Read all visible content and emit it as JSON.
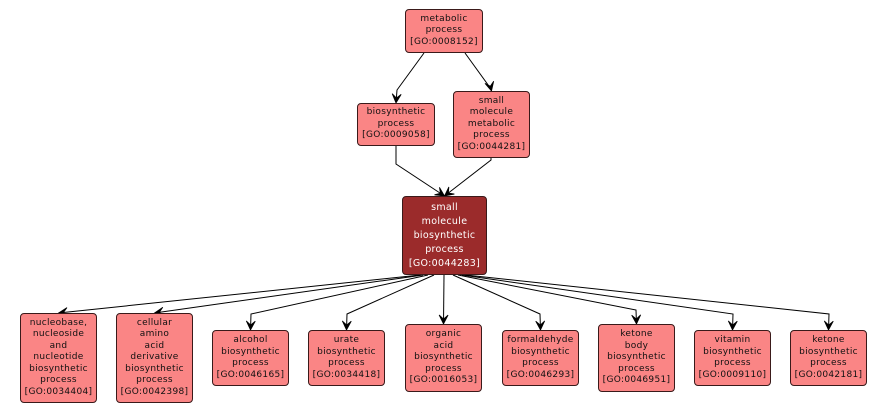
{
  "diagram": {
    "type": "GO term directed acyclic graph",
    "colors": {
      "node_fill": "#fa8585",
      "focus_fill": "#9b2b2b",
      "edge": "#000000",
      "background": "#ffffff"
    },
    "nodes": [
      {
        "id": "GO:0008152",
        "lines": [
          "metabolic",
          "process",
          "[GO:0008152]"
        ],
        "focus": false
      },
      {
        "id": "GO:0009058",
        "lines": [
          "biosynthetic",
          "process",
          "[GO:0009058]"
        ],
        "focus": false
      },
      {
        "id": "GO:0044281",
        "lines": [
          "small",
          "molecule",
          "metabolic",
          "process",
          "[GO:0044281]"
        ],
        "focus": false
      },
      {
        "id": "GO:0044283",
        "lines": [
          "small",
          "molecule",
          "biosynthetic",
          "process",
          "[GO:0044283]"
        ],
        "focus": true
      },
      {
        "id": "GO:0034404",
        "lines": [
          "nucleobase,",
          "nucleoside",
          "and",
          "nucleotide",
          "biosynthetic",
          "process",
          "[GO:0034404]"
        ],
        "focus": false
      },
      {
        "id": "GO:0042398",
        "lines": [
          "cellular",
          "amino",
          "acid",
          "derivative",
          "biosynthetic",
          "process",
          "[GO:0042398]"
        ],
        "focus": false
      },
      {
        "id": "GO:0046165",
        "lines": [
          "alcohol",
          "biosynthetic",
          "process",
          "[GO:0046165]"
        ],
        "focus": false
      },
      {
        "id": "GO:0034418",
        "lines": [
          "urate",
          "biosynthetic",
          "process",
          "[GO:0034418]"
        ],
        "focus": false
      },
      {
        "id": "GO:0016053",
        "lines": [
          "organic",
          "acid",
          "biosynthetic",
          "process",
          "[GO:0016053]"
        ],
        "focus": false
      },
      {
        "id": "GO:0046293",
        "lines": [
          "formaldehyde",
          "biosynthetic",
          "process",
          "[GO:0046293]"
        ],
        "focus": false
      },
      {
        "id": "GO:0046951",
        "lines": [
          "ketone",
          "body",
          "biosynthetic",
          "process",
          "[GO:0046951]"
        ],
        "focus": false
      },
      {
        "id": "GO:0009110",
        "lines": [
          "vitamin",
          "biosynthetic",
          "process",
          "[GO:0009110]"
        ],
        "focus": false
      },
      {
        "id": "GO:0042181",
        "lines": [
          "ketone",
          "biosynthetic",
          "process",
          "[GO:0042181]"
        ],
        "focus": false
      }
    ],
    "edges": [
      {
        "from": "GO:0008152",
        "to": "GO:0009058"
      },
      {
        "from": "GO:0008152",
        "to": "GO:0044281"
      },
      {
        "from": "GO:0009058",
        "to": "GO:0044283"
      },
      {
        "from": "GO:0044281",
        "to": "GO:0044283"
      },
      {
        "from": "GO:0044283",
        "to": "GO:0034404"
      },
      {
        "from": "GO:0044283",
        "to": "GO:0042398"
      },
      {
        "from": "GO:0044283",
        "to": "GO:0046165"
      },
      {
        "from": "GO:0044283",
        "to": "GO:0034418"
      },
      {
        "from": "GO:0044283",
        "to": "GO:0016053"
      },
      {
        "from": "GO:0044283",
        "to": "GO:0046293"
      },
      {
        "from": "GO:0044283",
        "to": "GO:0046951"
      },
      {
        "from": "GO:0044283",
        "to": "GO:0009110"
      },
      {
        "from": "GO:0044283",
        "to": "GO:0042181"
      }
    ]
  }
}
